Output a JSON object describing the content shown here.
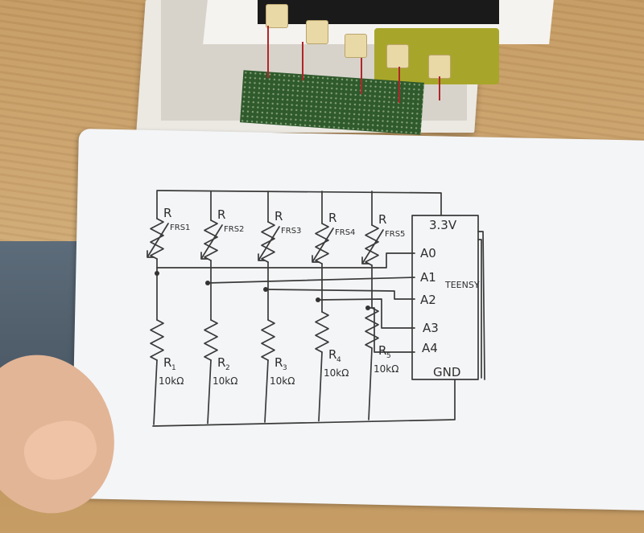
{
  "scene": "photo-of-hand-drawn-schematic",
  "colors": {
    "ink": "#3a3a3a",
    "paper": "#f4f5f7",
    "table": "#caa26c"
  },
  "schematic": {
    "supply_label": "3.3V",
    "microcontroller_label": "TEENSY",
    "ground_label": "GND",
    "pins": [
      "A0",
      "A1",
      "A2",
      "A3",
      "A4"
    ],
    "sensors": [
      {
        "main": "R",
        "sub": "FRS1"
      },
      {
        "main": "R",
        "sub": "FRS2"
      },
      {
        "main": "R",
        "sub": "FRS3"
      },
      {
        "main": "R",
        "sub": "FRS4"
      },
      {
        "main": "R",
        "sub": "FRS5"
      }
    ],
    "resistors": [
      {
        "main": "R",
        "sub": "1",
        "value": "10kΩ"
      },
      {
        "main": "R",
        "sub": "2",
        "value": "10kΩ"
      },
      {
        "main": "R",
        "sub": "3",
        "value": "10kΩ"
      },
      {
        "main": "R",
        "sub": "4",
        "value": "10kΩ"
      },
      {
        "main": "R",
        "sub": "5",
        "value": "10kΩ"
      }
    ]
  }
}
